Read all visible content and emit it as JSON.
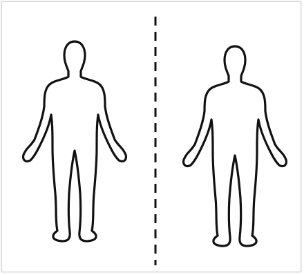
{
  "diagram": {
    "kind": "body-outline-chart",
    "figures": [
      {
        "view": "front",
        "icon": "human-body-outline-icon"
      },
      {
        "view": "back",
        "icon": "human-body-outline-icon"
      }
    ],
    "divider": {
      "style": "dashed"
    },
    "colors": {
      "background": "#ffffff",
      "outline": "#111111",
      "frame": "#d4d4d4"
    }
  }
}
